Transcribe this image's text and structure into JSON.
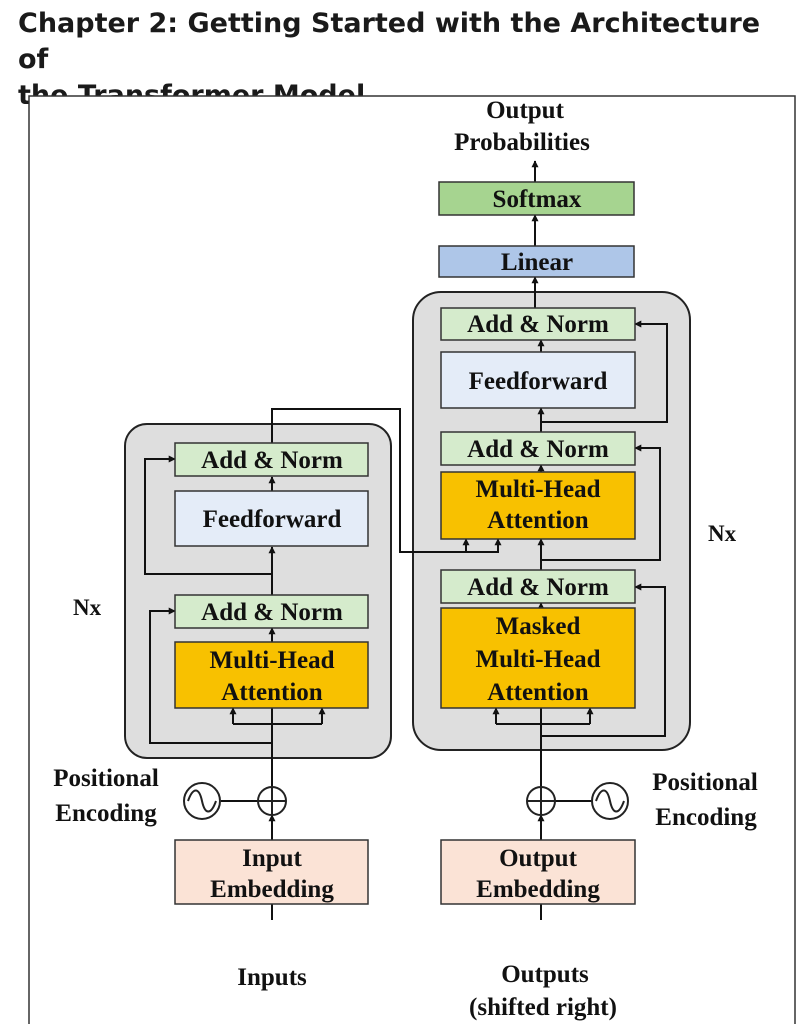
{
  "page": {
    "title_line1": "Chapter 2: Getting Started with the Architecture of",
    "title_line2": "the Transformer Model"
  },
  "diagram": {
    "colors": {
      "add_norm": "#d5ebcc",
      "feedforward": "#e4ecf8",
      "attention": "#f8c100",
      "embedding": "#fbe3d6",
      "linear": "#aec6e8",
      "softmax": "#a6d490",
      "stack_bg": "#dedede"
    },
    "encoder": {
      "repeat": "Nx",
      "add_norm_top": "Add & Norm",
      "feedforward": "Feedforward",
      "add_norm_bottom": "Add & Norm",
      "attention_line1": "Multi-Head",
      "attention_line2": "Attention",
      "positional_line1": "Positional",
      "positional_line2": "Encoding",
      "embedding_line1": "Input",
      "embedding_line2": "Embedding",
      "input_label": "Inputs"
    },
    "decoder": {
      "repeat": "Nx",
      "add_norm_top": "Add & Norm",
      "feedforward": "Feedforward",
      "add_norm_middle": "Add & Norm",
      "cross_attention_line1": "Multi-Head",
      "cross_attention_line2": "Attention",
      "add_norm_bottom": "Add & Norm",
      "masked_line1": "Masked",
      "masked_line2": "Multi-Head",
      "masked_line3": "Attention",
      "positional_line1": "Positional",
      "positional_line2": "Encoding",
      "embedding_line1": "Output",
      "embedding_line2": "Embedding",
      "input_line1": "Outputs",
      "input_line2": "(shifted right)"
    },
    "head": {
      "linear": "Linear",
      "softmax": "Softmax",
      "output_line1": "Output",
      "output_line2": "Probabilities"
    }
  }
}
